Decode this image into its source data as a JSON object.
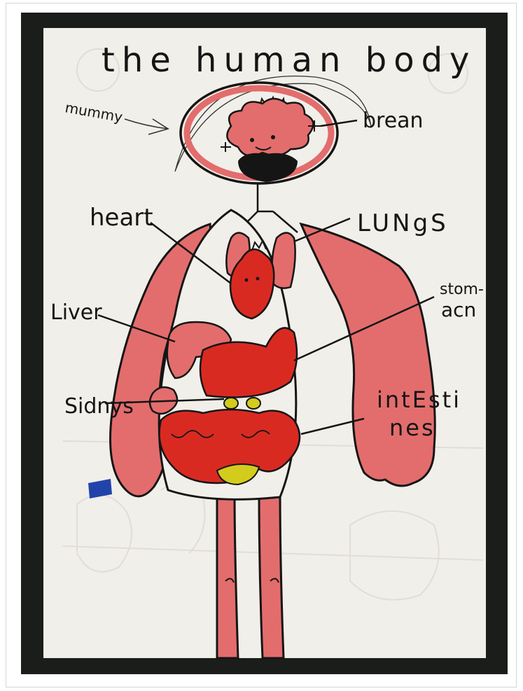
{
  "drawing": {
    "title": "the human body",
    "signature": "mummy",
    "labels": {
      "brain": "brean",
      "heart": "heart",
      "lungs": "LUNgS",
      "liver": "Liver",
      "stomach_1": "stom-",
      "stomach_2": "acn",
      "kidneys": "Sidnys",
      "intestines_1": "intEsti",
      "intestines_2": "nes"
    }
  },
  "colors": {
    "frame": "#1b1d1b",
    "paper": "#f1efe9",
    "skin": "#e36d6d",
    "organ_red": "#d92a22",
    "ink": "#151515",
    "crown": "#d9d020",
    "bladder": "#d4cc1c",
    "marker_blue": "#2244aa"
  }
}
